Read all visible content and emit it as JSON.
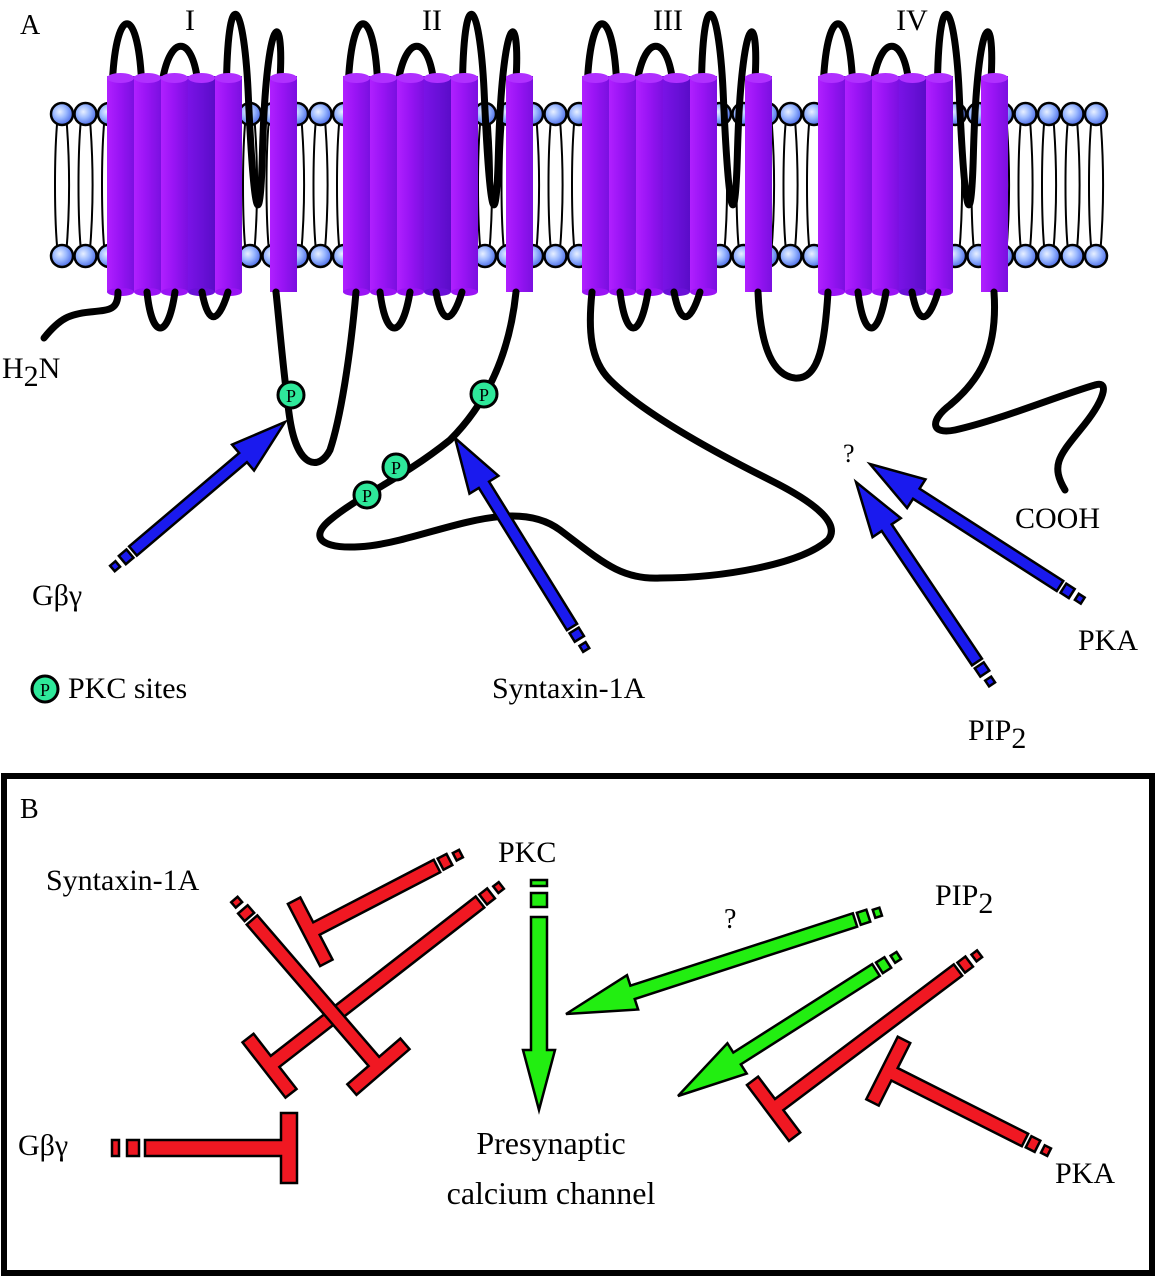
{
  "colors": {
    "helix": "#9a14f5",
    "helix_dark": "#6a10d8",
    "helix_mid": "#8612ee",
    "lipid_head": "#8fb0ff",
    "activator_A": "#1a1aee",
    "activator_B": "#22ee11",
    "inhibitor_B": "#f01822",
    "pkc_site": "#2ee89a",
    "chain": "#000000"
  },
  "panel_a": {
    "label": "A",
    "domains": [
      {
        "id": "I",
        "label": "I"
      },
      {
        "id": "II",
        "label": "II"
      },
      {
        "id": "III",
        "label": "III"
      },
      {
        "id": "IV",
        "label": "IV"
      }
    ],
    "n_terminus": "H2N",
    "n_terminus_main": "H",
    "n_terminus_sub": "2",
    "n_terminus_end": "N",
    "c_terminus": "COOH",
    "pkc_site_glyph": "P",
    "legend": {
      "label": "PKC sites",
      "glyph": "P"
    },
    "regulators": [
      {
        "name": "Gβγ",
        "target": "I-II linker",
        "effect": "binds"
      },
      {
        "name": "Syntaxin-1A",
        "target": "II-III linker",
        "effect": "binds"
      },
      {
        "name": "PIP2",
        "main": "PIP",
        "sub": "2",
        "target": "unknown",
        "effect": "binds"
      },
      {
        "name": "PKA",
        "target": "unknown",
        "effect": "binds"
      }
    ],
    "unknown_site_label": "?"
  },
  "panel_b": {
    "label": "B",
    "center_line1": "Presynaptic",
    "center_line2": "calcium channel",
    "nodes": {
      "syntaxin": "Syntaxin-1A",
      "pkc": "PKC",
      "pip2_main": "PIP",
      "pip2_sub": "2",
      "gbg": "Gβγ",
      "pka": "PKA"
    },
    "uncertain_label": "?",
    "interactions": [
      {
        "from": "PKC",
        "to": "Syntaxin-1A",
        "type": "inhibit"
      },
      {
        "from": "PKC",
        "to": "Gβγ",
        "type": "inhibit"
      },
      {
        "from": "Syntaxin-1A",
        "to": "PKC-channel link",
        "type": "inhibit"
      },
      {
        "from": "Gβγ",
        "to": "Presynaptic calcium channel",
        "type": "inhibit"
      },
      {
        "from": "PKC",
        "to": "Presynaptic calcium channel",
        "type": "activate"
      },
      {
        "from": "PIP2",
        "to": "Presynaptic calcium channel",
        "type": "activate",
        "uncertain": true
      },
      {
        "from": "PIP2",
        "to": "Presynaptic calcium channel",
        "type": "activate"
      },
      {
        "from": "PIP2",
        "to": "PKA effect",
        "type": "inhibit"
      },
      {
        "from": "PKA",
        "to": "Presynaptic calcium channel",
        "type": "inhibit"
      }
    ]
  }
}
